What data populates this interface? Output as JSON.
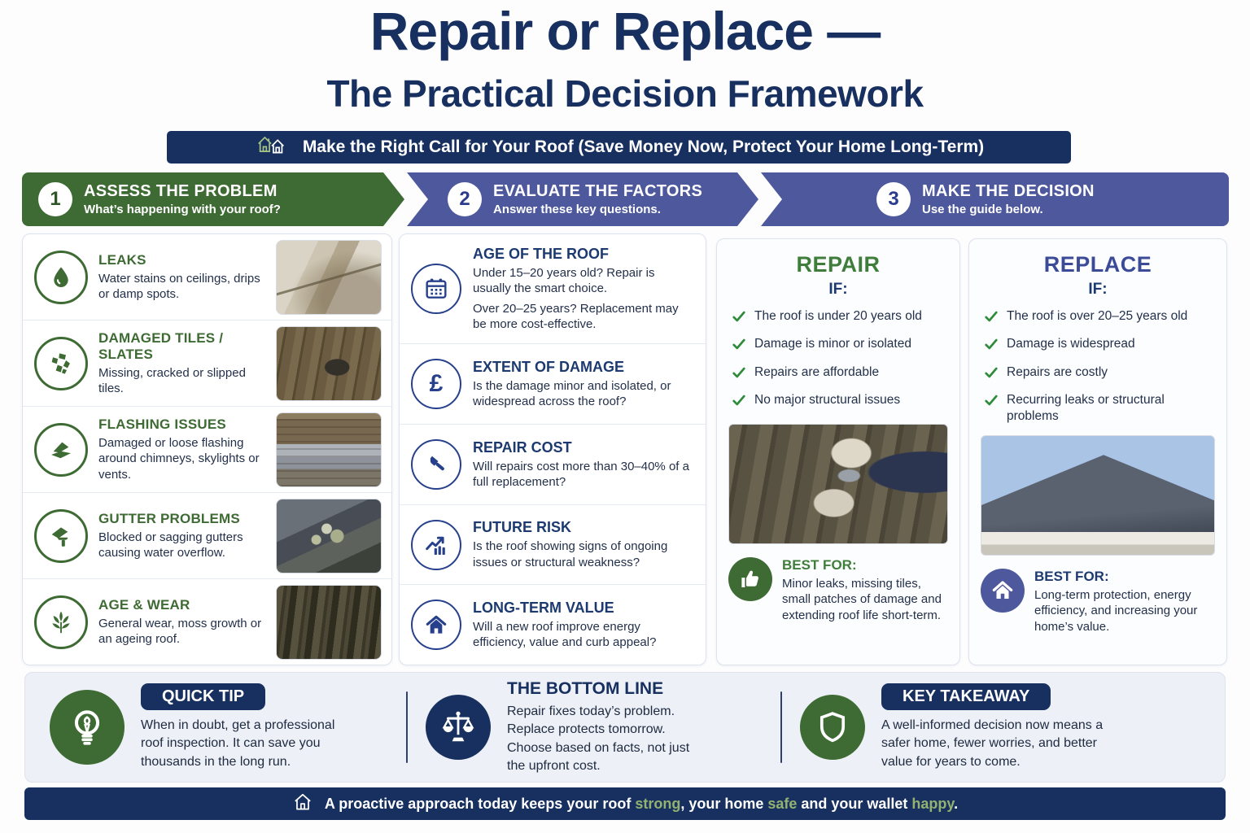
{
  "title": {
    "line1": "Repair or Replace —",
    "line2": "The Practical Decision Framework"
  },
  "banner": {
    "text": "Make the Right Call for Your Roof (Save Money Now, Protect Your Home Long-Term)"
  },
  "steps": [
    {
      "number": "1",
      "title": "ASSESS THE PROBLEM",
      "subtitle": "What’s happening with your roof?"
    },
    {
      "number": "2",
      "title": "EVALUATE THE FACTORS",
      "subtitle": "Answer these key questions."
    },
    {
      "number": "3",
      "title": "MAKE THE DECISION",
      "subtitle": "Use the guide below."
    }
  ],
  "problems": [
    {
      "icon": "water-drop-icon",
      "title": "LEAKS",
      "desc": "Water stains on ceilings, drips or damp spots.",
      "photo": "ceiling-water-stain"
    },
    {
      "icon": "broken-tile-icon",
      "title": "DAMAGED TILES / SLATES",
      "desc": "Missing, cracked or slipped tiles.",
      "photo": "roof-missing-tile"
    },
    {
      "icon": "flashing-icon",
      "title": "FLASHING ISSUES",
      "desc": "Damaged or loose flashing around chimneys, skylights or vents.",
      "photo": "chimney-flashing"
    },
    {
      "icon": "gutter-icon",
      "title": "GUTTER PROBLEMS",
      "desc": "Blocked or sagging gutters causing water overflow.",
      "photo": "blocked-gutter"
    },
    {
      "icon": "leaf-icon",
      "title": "AGE & WEAR",
      "desc": "General wear, moss growth or an ageing roof.",
      "photo": "aged-mossy-roof"
    }
  ],
  "factors": [
    {
      "icon": "calendar-icon",
      "title": "AGE OF THE ROOF",
      "desc": "Under 15–20 years old? Repair is usually the smart choice.",
      "desc2": "Over 20–25 years? Replacement may be more cost-effective."
    },
    {
      "icon": "pound-icon",
      "glyph": "£",
      "title": "EXTENT OF DAMAGE",
      "desc": "Is the damage minor and isolated, or widespread across the roof?"
    },
    {
      "icon": "hammer-icon",
      "title": "REPAIR COST",
      "desc": "Will repairs cost more than 30–40% of a full replacement?"
    },
    {
      "icon": "trend-chart-icon",
      "title": "FUTURE RISK",
      "desc": "Is the roof showing signs of ongoing issues or structural weakness?"
    },
    {
      "icon": "house-icon",
      "title": "LONG-TERM VALUE",
      "desc": "Will a new roof improve energy efficiency, value and curb appeal?"
    }
  ],
  "repair": {
    "title": "REPAIR",
    "if_label": "IF:",
    "items": [
      "The roof is under 20 years old",
      "Damage is minor or isolated",
      "Repairs are affordable",
      "No major structural issues"
    ],
    "photo": "hands-repairing-roof-tiles",
    "best_for_label": "BEST FOR:",
    "best_for": "Minor leaks, missing tiles, small patches of damage and extending roof life short-term."
  },
  "replace": {
    "title": "REPLACE",
    "if_label": "IF:",
    "items": [
      "The roof is over 20–25 years old",
      "Damage is widespread",
      "Repairs are costly",
      "Recurring leaks or structural problems"
    ],
    "photo": "new-roof-on-house",
    "best_for_label": "BEST FOR:",
    "best_for": "Long-term protection, energy efficiency, and increasing your home’s value."
  },
  "bottom": {
    "quick_tip": {
      "badge": "QUICK TIP",
      "text": "When in doubt, get a professional roof inspection. It can save you thousands in the long run."
    },
    "bottom_line": {
      "title": "THE BOTTOM LINE",
      "text": "Repair fixes today’s problem. Replace protects tomorrow. Choose based on facts, not just the upfront cost."
    },
    "key_takeaway": {
      "badge": "KEY TAKEAWAY",
      "text": "A well-informed decision now means a safer home, fewer worries, and better value for years to come."
    }
  },
  "footer": {
    "prefix": "A proactive approach today keeps your roof ",
    "word1": "strong",
    "mid1": ", your home ",
    "word2": "safe",
    "mid2": " and your wallet ",
    "word3": "happy",
    "suffix": "."
  },
  "colors": {
    "navy": "#17305f",
    "green": "#3e6b33",
    "purple": "#4d589d",
    "check_green": "#2e8b3a",
    "footer_highlight": "#93b271"
  }
}
